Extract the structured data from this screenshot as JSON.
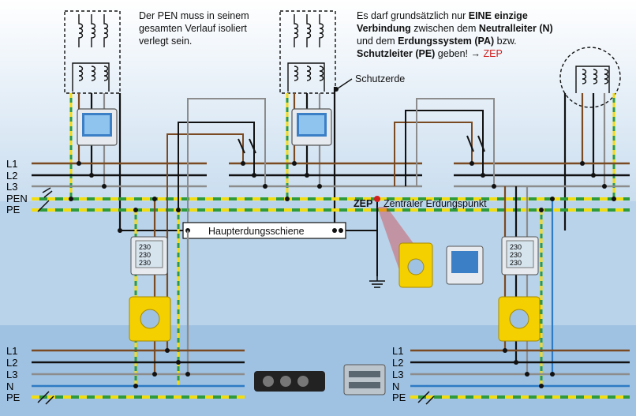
{
  "notes": {
    "pen_isolated": [
      "Der PEN muss in seinem",
      "gesamten Verlauf isoliert",
      "verlegt sein."
    ],
    "zep_rule": {
      "l1_a": "Es darf grundsätzlich nur ",
      "l1_b": "EINE einzige",
      "l2_a": "Verbindung",
      "l2_b": " zwischen dem ",
      "l2_c": "Neutralleiter (N)",
      "l3_a": "und dem ",
      "l3_b": "Erdungssystem (PA)",
      "l3_c": " bzw.",
      "l4_a": "Schutzleiter (PE)",
      "l4_b": " geben! ",
      "l4_arrow": "→",
      "l4_c": " ZEP"
    },
    "schutzerde": "Schutzerde",
    "zep_label": "ZEP",
    "zep_full": "Zentraler Erdungspunkt",
    "haupterdungsschiene": "Haupterdungsschiene"
  },
  "top_conductors": [
    "L1",
    "L2",
    "L3",
    "PEN",
    "PE"
  ],
  "bottom_left_conductors": [
    "L1",
    "L2",
    "L3",
    "N",
    "PE"
  ],
  "bottom_right_conductors": [
    "L1",
    "L2",
    "L3",
    "N",
    "PE"
  ],
  "meter_readings": [
    "230",
    "230",
    "230"
  ],
  "colors": {
    "L1": "#7a4a22",
    "L2": "#111111",
    "L3": "#8c8c8c",
    "N": "#2f7bc4",
    "pe_green": "#2e9a3c",
    "pe_yellow": "#f2dc12",
    "bg_top": "#ffffff",
    "bg_mid": "#b9d3ea",
    "bg_bottom": "#9fc2e2",
    "ct_yellow": "#f4d000",
    "zep_red": "#d31f1f"
  }
}
